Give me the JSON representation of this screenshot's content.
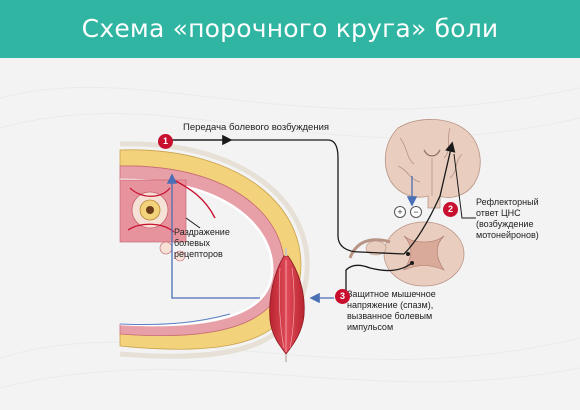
{
  "header": {
    "title": "Схема «порочного круга» боли"
  },
  "steps": [
    {
      "number": "1",
      "label": "Передача болевого возбуждения"
    },
    {
      "number": "2",
      "label": "Рефлекторный ответ ЦНС (возбуждение мотонейронов)"
    },
    {
      "number": "3",
      "label": "Защитное мышечное напряжение (спазм), вызванное болевым импульсом"
    }
  ],
  "irritation_label": "Раздражение болевых рецепторов",
  "signs": {
    "plus": "+",
    "minus": "−"
  },
  "colors": {
    "header": "#2fb5a2",
    "badge": "#c8102e",
    "arrow_dark": "#1a1a1a",
    "arrow_blue": "#4a6fb5",
    "tissue": "#e8a0a8",
    "muscle": "#d23a4a",
    "brain": "#e9cdbf",
    "fat": "#f2d27a"
  }
}
